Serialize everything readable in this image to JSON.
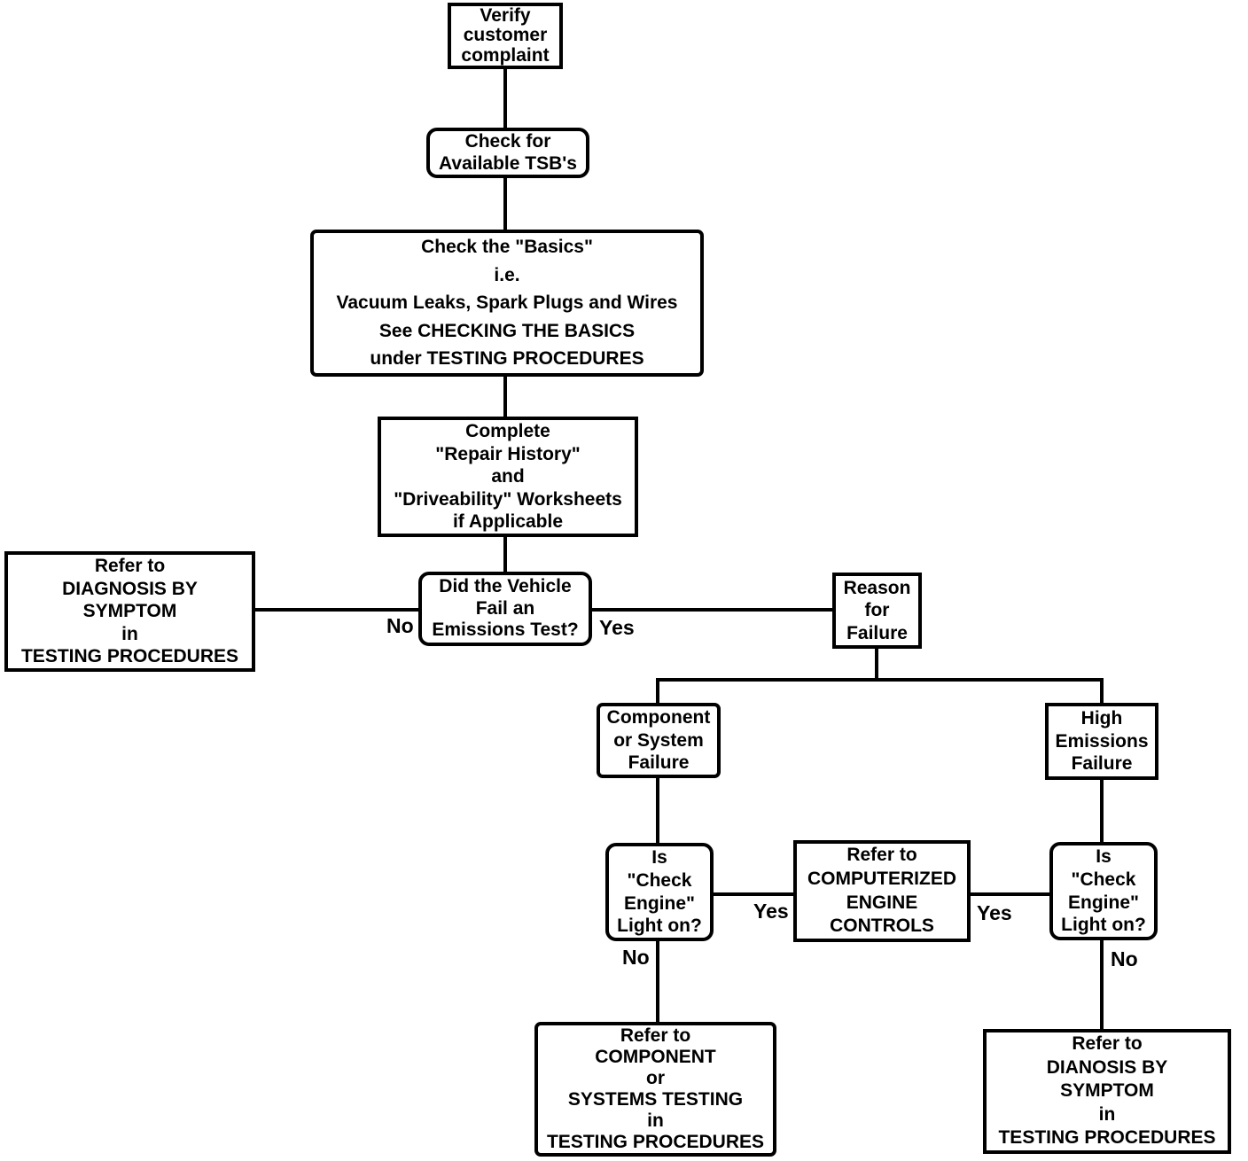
{
  "diagram": {
    "background_color": "#ffffff",
    "line_color": "#000000",
    "text_color": "#000000",
    "nodes": {
      "verify": "Verify\ncustomer\ncomplaint",
      "tsb": "Check for\nAvailable TSB's",
      "basics": "Check the \"Basics\"\ni.e.\nVacuum Leaks, Spark Plugs and Wires\nSee CHECKING THE BASICS\nunder TESTING PROCEDURES",
      "worksheets": "Complete\n\"Repair History\"\nand\n\"Driveability\" Worksheets\nif Applicable",
      "diagnosis_by_symptom": "Refer to\nDIAGNOSIS BY\nSYMPTOM\nin\nTESTING PROCEDURES",
      "emissions_test": "Did the Vehicle\nFail an\nEmissions Test?",
      "reason_for_failure": "Reason\nfor\nFailure",
      "component_or_system_failure": "Component\nor System\nFailure",
      "high_emissions_failure": "High\nEmissions\nFailure",
      "check_engine_left": "Is\n\"Check\nEngine\"\nLight on?",
      "computerized_engine_controls": "Refer to\nCOMPUTERIZED\nENGINE\nCONTROLS",
      "check_engine_right": "Is\n\"Check\nEngine\"\nLight on?",
      "component_systems_testing": "Refer to\nCOMPONENT\nor\nSYSTEMS TESTING\nin\nTESTING PROCEDURES",
      "dianosis_by_symptom": "Refer to\nDIANOSIS BY\nSYMPTOM\nin\nTESTING PROCEDURES"
    },
    "edge_labels": {
      "emissions_no": "No",
      "emissions_yes": "Yes",
      "ce_left_yes": "Yes",
      "ce_left_no": "No",
      "ce_right_yes": "Yes",
      "ce_right_no": "No"
    }
  }
}
